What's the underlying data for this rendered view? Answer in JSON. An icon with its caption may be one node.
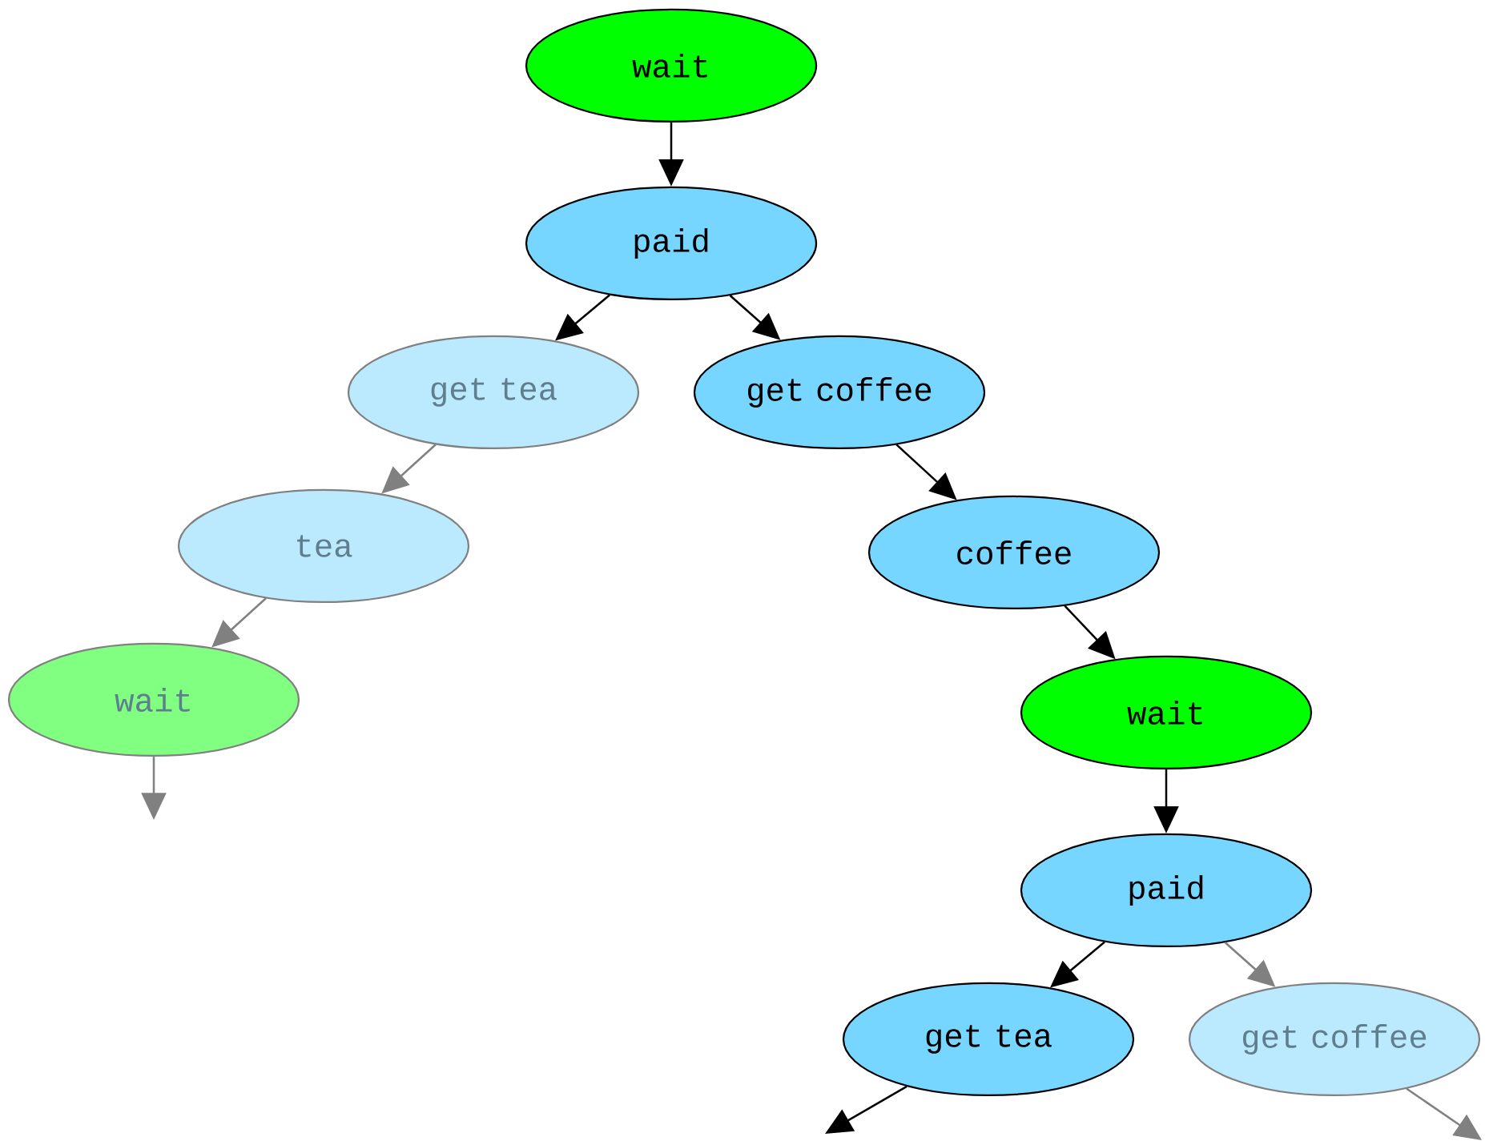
{
  "diagram": {
    "nodes": [
      {
        "text": [
          "wait"
        ]
      },
      {
        "text": [
          "paid"
        ]
      },
      {
        "text": [
          "get tea"
        ]
      },
      {
        "text": [
          "get coffee"
        ]
      },
      {
        "text": [
          "tea"
        ]
      },
      {
        "text": [
          "coffee"
        ]
      },
      {
        "text": [
          "wait"
        ]
      },
      {
        "text": [
          "wait"
        ]
      },
      {
        "text": [
          "paid"
        ]
      },
      {
        "text": [
          "get tea"
        ]
      },
      {
        "text": [
          "get coffee"
        ]
      }
    ],
    "edges": [
      {
        "from": 0,
        "to": 1,
        "arrow": "to"
      },
      {
        "from": 1,
        "to": 2,
        "arrow": "to"
      },
      {
        "from": 1,
        "to": 3,
        "arrow": "to"
      },
      {
        "from": 2,
        "to": 4,
        "arrow": "to",
        "color": "#808080"
      },
      {
        "from": 3,
        "to": 5,
        "arrow": "to"
      },
      {
        "from": 4,
        "to": 6,
        "arrow": "to",
        "color": "#808080"
      },
      {
        "from": 6,
        "to": null,
        "arrow": "to",
        "color": "#808080"
      },
      {
        "from": 5,
        "to": 7,
        "arrow": "to"
      },
      {
        "from": 7,
        "to": 8,
        "arrow": "to"
      },
      {
        "from": 8,
        "to": 9,
        "arrow": "to"
      },
      {
        "from": 8,
        "to": 10,
        "arrow": "to",
        "color": "#808080"
      },
      {
        "from": 9,
        "to": null,
        "arrow": "to"
      },
      {
        "from": 10,
        "to": null,
        "arrow": "to",
        "color": "#808080"
      }
    ]
  }
}
